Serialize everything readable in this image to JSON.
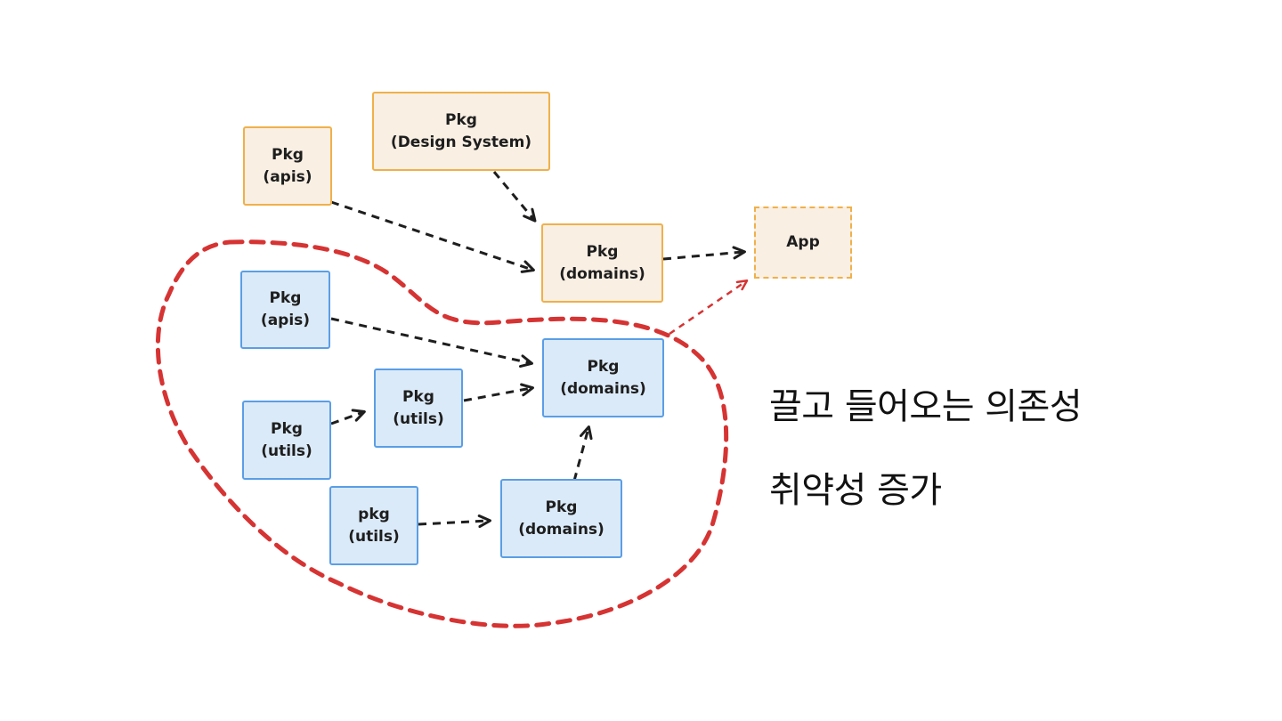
{
  "nodes": {
    "apis_top": {
      "line1": "Pkg",
      "line2": "(apis)"
    },
    "design_system": {
      "line1": "Pkg",
      "line2": "(Design System)"
    },
    "domains_top": {
      "line1": "Pkg",
      "line2": "(domains)"
    },
    "app": {
      "line1": "App"
    },
    "apis_blue": {
      "line1": "Pkg",
      "line2": "(apis)"
    },
    "domains_blue_main": {
      "line1": "Pkg",
      "line2": "(domains)"
    },
    "utils_mid": {
      "line1": "Pkg",
      "line2": "(utils)"
    },
    "utils_left": {
      "line1": "Pkg",
      "line2": "(utils)"
    },
    "utils_bottom": {
      "line1": "pkg",
      "line2": "(utils)"
    },
    "domains_bottom": {
      "line1": "Pkg",
      "line2": "(domains)"
    }
  },
  "captions": {
    "line1": "끌고 들어오는 의존성",
    "line2": "취약성 증가"
  },
  "colors": {
    "orange_fill": "#f9efe3",
    "orange_stroke": "#f0b04a",
    "blue_fill": "#dbeaf8",
    "blue_stroke": "#5a9ee6",
    "arrow": "#1e1e1e",
    "highlight": "#d63333"
  }
}
